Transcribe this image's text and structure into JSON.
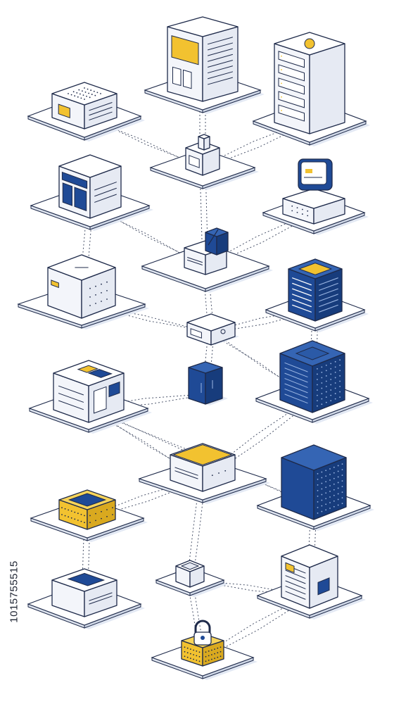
{
  "image_id_text": "1015755515",
  "colors": {
    "outline": "#1e2a4a",
    "navy": "#1f4a96",
    "yellow": "#f2c230",
    "platform": "#ffffff",
    "shadow": "#e3e9f4",
    "face_light": "#f3f5fa",
    "face_mid": "#e6eaf3",
    "link": "#2a3550"
  },
  "nodes": [
    {
      "id": "n1",
      "kind": "server-box",
      "icon": "ventilated-server-icon"
    },
    {
      "id": "n2",
      "kind": "tower",
      "icon": "server-tower-icon"
    },
    {
      "id": "n3",
      "kind": "rack",
      "icon": "server-rack-icon"
    },
    {
      "id": "n4",
      "kind": "small-device",
      "icon": "gateway-device-icon"
    },
    {
      "id": "n5",
      "kind": "control-panel",
      "icon": "control-panel-icon"
    },
    {
      "id": "n6",
      "kind": "workstation",
      "icon": "workstation-monitor-icon"
    },
    {
      "id": "n7",
      "kind": "router",
      "icon": "router-hub-icon"
    },
    {
      "id": "n8",
      "kind": "storage",
      "icon": "storage-unit-icon"
    },
    {
      "id": "n9",
      "kind": "database",
      "icon": "database-server-icon"
    },
    {
      "id": "n10",
      "kind": "hub",
      "icon": "network-hub-icon"
    },
    {
      "id": "n11",
      "kind": "cube",
      "icon": "navy-cube-icon"
    },
    {
      "id": "n12",
      "kind": "mainframe",
      "icon": "mainframe-icon"
    },
    {
      "id": "n13",
      "kind": "dashboard-box",
      "icon": "dashboard-box-icon"
    },
    {
      "id": "n14",
      "kind": "printer",
      "icon": "printer-icon"
    },
    {
      "id": "n15",
      "kind": "big-server",
      "icon": "large-server-icon"
    },
    {
      "id": "n16",
      "kind": "keyboard-box",
      "icon": "yellow-switch-icon"
    },
    {
      "id": "n17",
      "kind": "small-cube",
      "icon": "small-cube-icon"
    },
    {
      "id": "n18",
      "kind": "document-box",
      "icon": "document-box-icon"
    },
    {
      "id": "n19",
      "kind": "hard-drive",
      "icon": "hard-drive-icon"
    },
    {
      "id": "n20",
      "kind": "lock",
      "icon": "padlock-icon"
    }
  ],
  "links": [
    [
      "n1",
      "n4"
    ],
    [
      "n2",
      "n4"
    ],
    [
      "n3",
      "n4"
    ],
    [
      "n4",
      "n7"
    ],
    [
      "n5",
      "n7"
    ],
    [
      "n6",
      "n7"
    ],
    [
      "n7",
      "n10"
    ],
    [
      "n8",
      "n10"
    ],
    [
      "n9",
      "n10"
    ],
    [
      "n10",
      "n11"
    ],
    [
      "n10",
      "n12"
    ],
    [
      "n11",
      "n13"
    ],
    [
      "n13",
      "n14"
    ],
    [
      "n12",
      "n14"
    ],
    [
      "n14",
      "n16"
    ],
    [
      "n14",
      "n17"
    ],
    [
      "n15",
      "n18"
    ],
    [
      "n17",
      "n18"
    ],
    [
      "n16",
      "n19"
    ],
    [
      "n17",
      "n20"
    ],
    [
      "n18",
      "n20"
    ],
    [
      "n13",
      "n15"
    ],
    [
      "n5",
      "n8"
    ],
    [
      "n9",
      "n12"
    ]
  ]
}
